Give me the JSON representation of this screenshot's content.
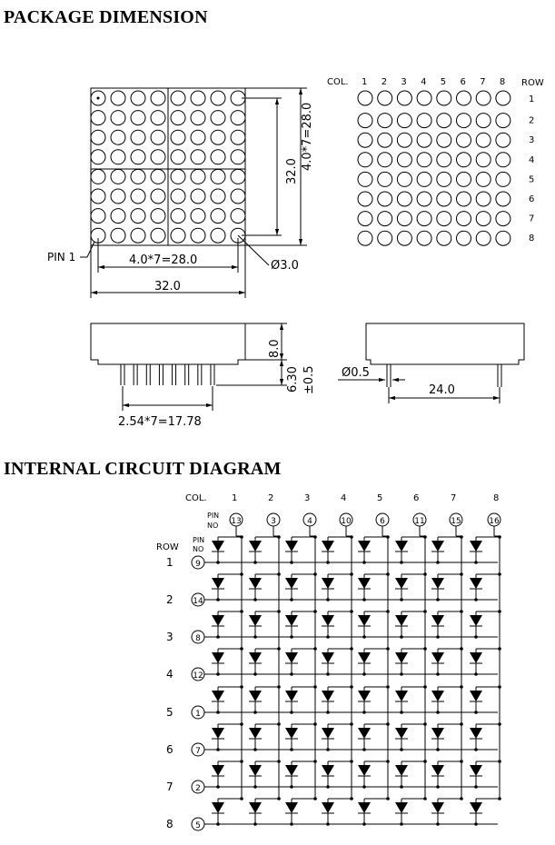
{
  "headings": {
    "package": "PACKAGE DIMENSION",
    "circuit": "INTERNAL CIRCUIT DIAGRAM"
  },
  "package_view": {
    "dim_height_pitch": "4.0*7=28.0",
    "dim_height_total": "32.0",
    "dim_width_pitch": "4.0*7=28.0",
    "dim_width_total": "32.0",
    "pin1_label": "PIN 1",
    "dot_diameter": "Ø3.0",
    "side_height": "8.0",
    "side_pin_length": "6.30",
    "side_pin_tolerance": "±0.5",
    "pin_pitch": "2.54*7=17.78",
    "pin_diameter": "Ø0.5",
    "pin_row_spacing": "24.0"
  },
  "matrix_view": {
    "col_label": "COL.",
    "row_label": "ROW",
    "cols": [
      "1",
      "2",
      "3",
      "4",
      "5",
      "6",
      "7",
      "8"
    ],
    "rows": [
      "1",
      "2",
      "3",
      "4",
      "5",
      "6",
      "7",
      "8"
    ]
  },
  "circuit": {
    "col_label": "COL.",
    "row_label": "ROW",
    "pin_no_top": "PIN",
    "pin_no_bottom": "NO",
    "cols": [
      "1",
      "2",
      "3",
      "4",
      "5",
      "6",
      "7",
      "8"
    ],
    "col_pins": [
      "13",
      "3",
      "4",
      "10",
      "6",
      "11",
      "15",
      "16"
    ],
    "rows": [
      "1",
      "2",
      "3",
      "4",
      "5",
      "6",
      "7",
      "8"
    ],
    "row_pins": [
      "9",
      "14",
      "8",
      "12",
      "1",
      "7",
      "2",
      "5"
    ]
  }
}
